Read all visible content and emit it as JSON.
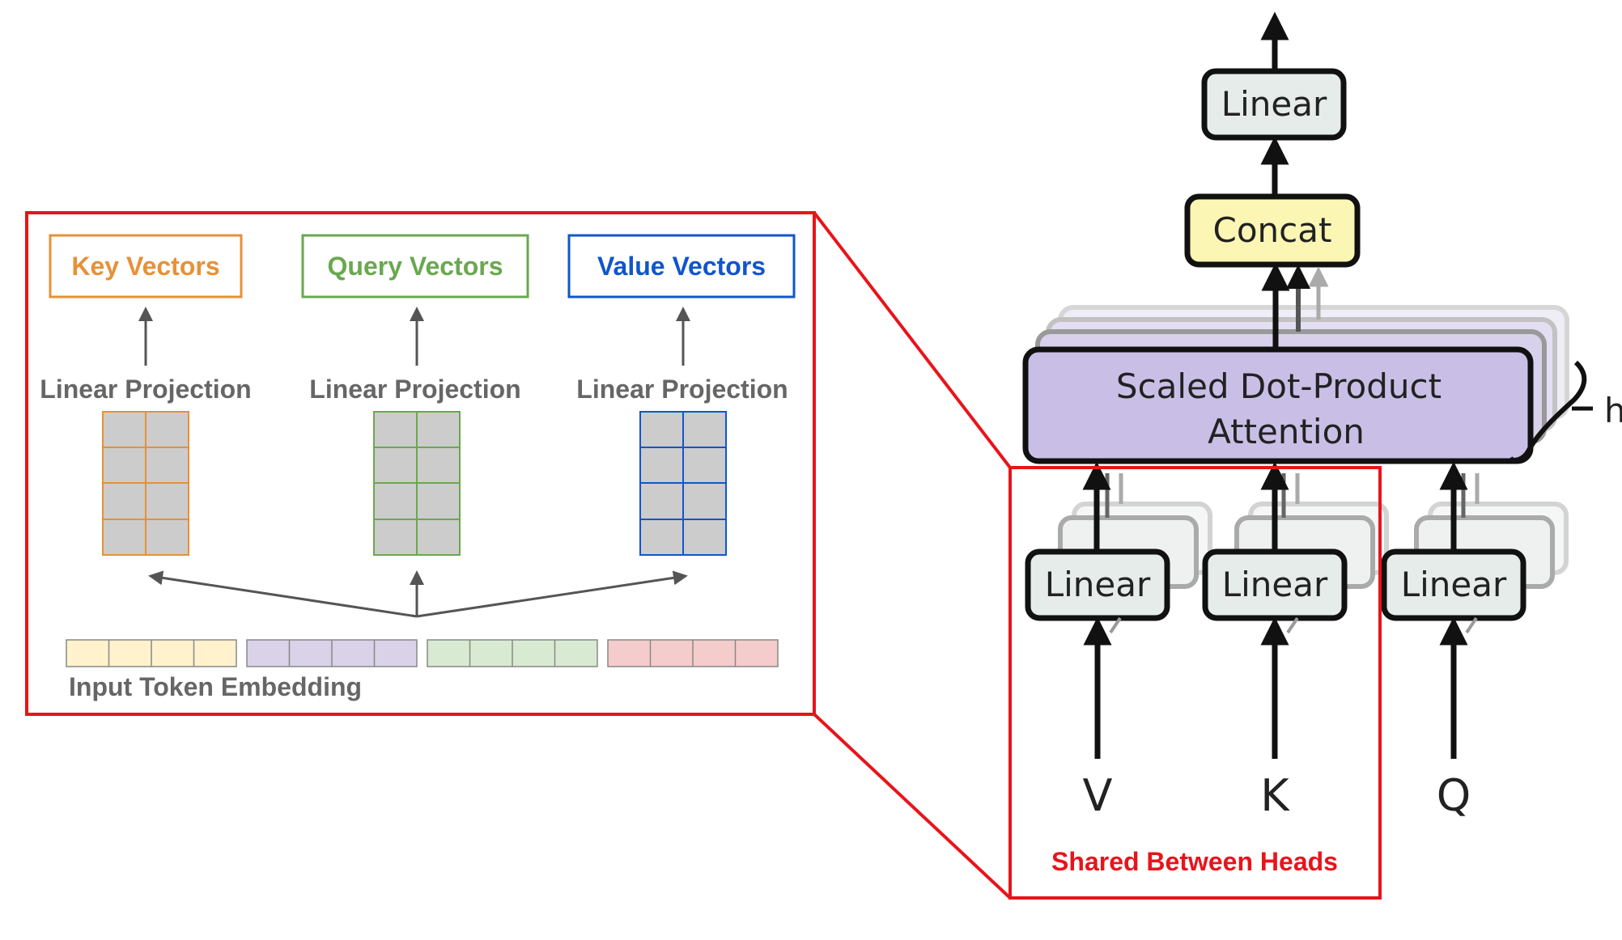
{
  "zoom_panel": {
    "outputs": [
      {
        "label": "Key Vectors",
        "color": "#e69138"
      },
      {
        "label": "Query Vectors",
        "color": "#6aa84f"
      },
      {
        "label": "Value Vectors",
        "color": "#1155cc"
      }
    ],
    "projection_label": "Linear Projection",
    "embedding_label": "Input Token Embedding",
    "embedding_colors": [
      "#fff2cc",
      "#d9d2e9",
      "#d9ead3",
      "#f4cccc"
    ],
    "matrix_fill": "#cccccc",
    "text_color": "#666666"
  },
  "architecture": {
    "top_linear": "Linear",
    "concat": "Concat",
    "attention_line1": "Scaled Dot-Product",
    "attention_line2": "Attention",
    "heads_symbol": "h",
    "input_linear": "Linear",
    "inputs": [
      "V",
      "K",
      "Q"
    ],
    "shared_label": "Shared Between Heads",
    "colors": {
      "linear_fill": "#e5ece9",
      "concat_fill": "#fbf6b4",
      "attention_fill": "#c9bfe6",
      "highlight": "#e8141b"
    }
  }
}
